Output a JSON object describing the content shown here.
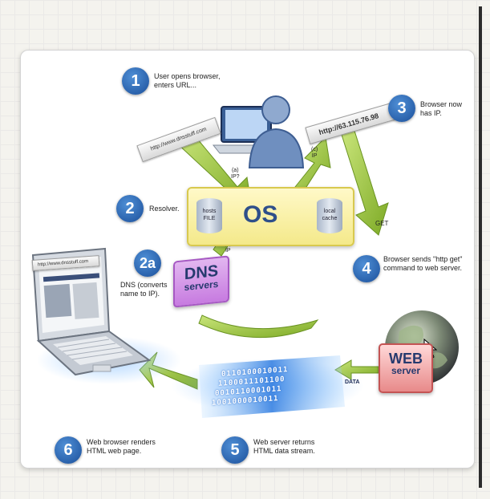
{
  "steps": [
    {
      "num": "1",
      "text": "User opens browser,\nenters URL..."
    },
    {
      "num": "2",
      "text": "Resolver."
    },
    {
      "num": "2a",
      "text": "DNS (converts\nname to IP)."
    },
    {
      "num": "3",
      "text": "Browser now\nhas IP."
    },
    {
      "num": "4",
      "text": "Browser sends \"http get\"\ncommand to web server."
    },
    {
      "num": "5",
      "text": "Web server returns\nHTML data stream."
    },
    {
      "num": "6",
      "text": "Web browser renders\nHTML web page."
    }
  ],
  "url_bars": {
    "left": "http://www.dnsstuff.com",
    "right": "http://63.115.76.98",
    "laptop": "http://www.dnsstuff.com"
  },
  "os": {
    "label": "OS",
    "hosts_file": "hosts\nFILE",
    "local_cache": "local\ncache"
  },
  "dns": {
    "title": "DNS",
    "subtitle": "servers"
  },
  "web": {
    "title": "WEB",
    "subtitle": "server"
  },
  "arrow_labels": {
    "a": "(a)\nIP?",
    "b": "(b)\nIP",
    "c": "(c)\nIP",
    "get": "GET",
    "data": "DATA"
  },
  "binary_lines": [
    "0110100010011",
    "1100011101100",
    "0010110001011",
    "1001000010011"
  ],
  "colors": {
    "step_blue": "#1b4f9a",
    "arrow_green": "#9bc53d",
    "os_yellow": "#f4e98a",
    "dns_purple": "#c77be0",
    "web_red": "#e88a8a",
    "stream_blue": "#2d7be0"
  }
}
